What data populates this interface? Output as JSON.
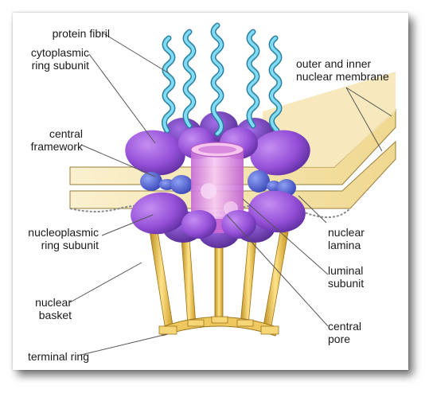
{
  "labels": {
    "protein_fibril": "protein fibril",
    "cytoplasmic_ring_subunit": "cytoplasmic\nring subunit",
    "central_framework": "central\nframework",
    "nucleoplasmic_ring_subunit": "nucleoplasmic\nring subunit",
    "nuclear_basket": "nuclear\nbasket",
    "terminal_ring": "terminal ring",
    "outer_inner_membrane": "outer and inner\nnuclear membrane",
    "nuclear_lamina": "nuclear\nlamina",
    "luminal_subunit": "luminal\nsubunit",
    "central_pore": "central\npore"
  },
  "colors": {
    "membrane": "#f2dfa0",
    "membrane_edge": "#9a7d3a",
    "ring_subunit": "#9a58d8",
    "central_framework": "#4a5fd6",
    "fibril": "#5fc6e4",
    "basket": "#e8b83a",
    "pore": "#f0a8e8"
  }
}
